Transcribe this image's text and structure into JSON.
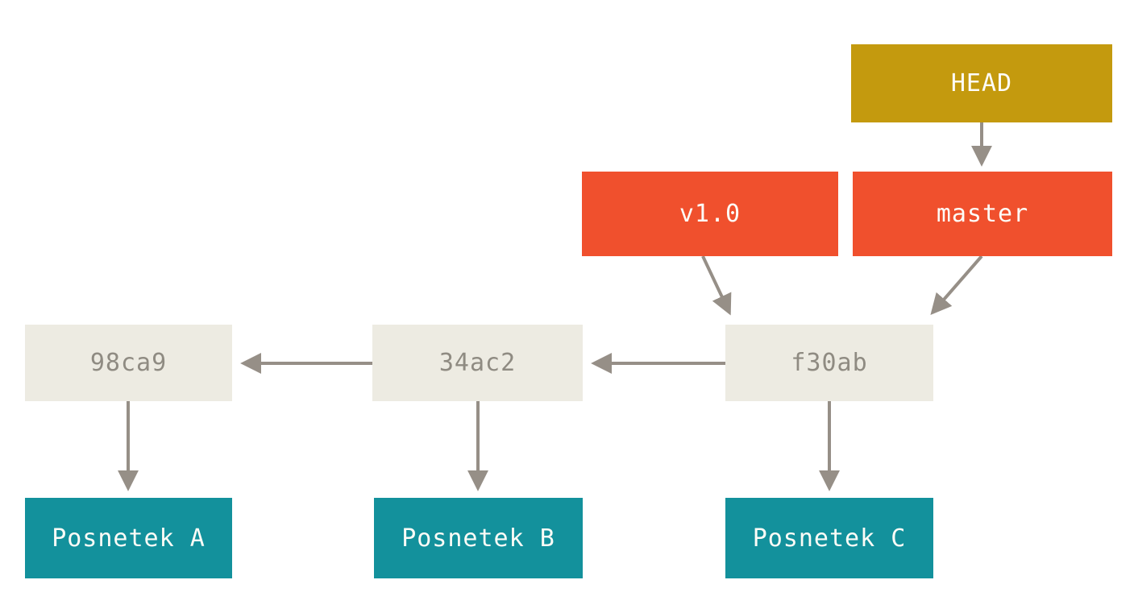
{
  "diagram": {
    "description": "Git commit history diagram: HEAD points to master branch; master branch and v1.0 tag point to commit f30ab; each commit points to its parent commit and to its snapshot",
    "colors": {
      "head_box": "#c49a0e",
      "branch_tag_box": "#f0502d",
      "commit_box": "#edebe2",
      "commit_text": "#8f8b82",
      "snapshot_box": "#13919c",
      "light_text": "#fdfcf7",
      "arrow": "#968f87",
      "background": "#ffffff"
    },
    "nodes": {
      "head": {
        "label": "HEAD",
        "type": "head-pointer"
      },
      "tag_v1": {
        "label": "v1.0",
        "type": "tag"
      },
      "master": {
        "label": "master",
        "type": "branch"
      },
      "commit_98ca9": {
        "label": "98ca9",
        "type": "commit"
      },
      "commit_34ac2": {
        "label": "34ac2",
        "type": "commit"
      },
      "commit_f30ab": {
        "label": "f30ab",
        "type": "commit"
      },
      "snapshot_a": {
        "label": "Posnetek A",
        "type": "snapshot"
      },
      "snapshot_b": {
        "label": "Posnetek B",
        "type": "snapshot"
      },
      "snapshot_c": {
        "label": "Posnetek C",
        "type": "snapshot"
      }
    },
    "edges": [
      {
        "from": "head",
        "to": "master"
      },
      {
        "from": "tag_v1",
        "to": "commit_f30ab"
      },
      {
        "from": "master",
        "to": "commit_f30ab"
      },
      {
        "from": "commit_f30ab",
        "to": "commit_34ac2"
      },
      {
        "from": "commit_34ac2",
        "to": "commit_98ca9"
      },
      {
        "from": "commit_98ca9",
        "to": "snapshot_a"
      },
      {
        "from": "commit_34ac2",
        "to": "snapshot_b"
      },
      {
        "from": "commit_f30ab",
        "to": "snapshot_c"
      }
    ]
  }
}
